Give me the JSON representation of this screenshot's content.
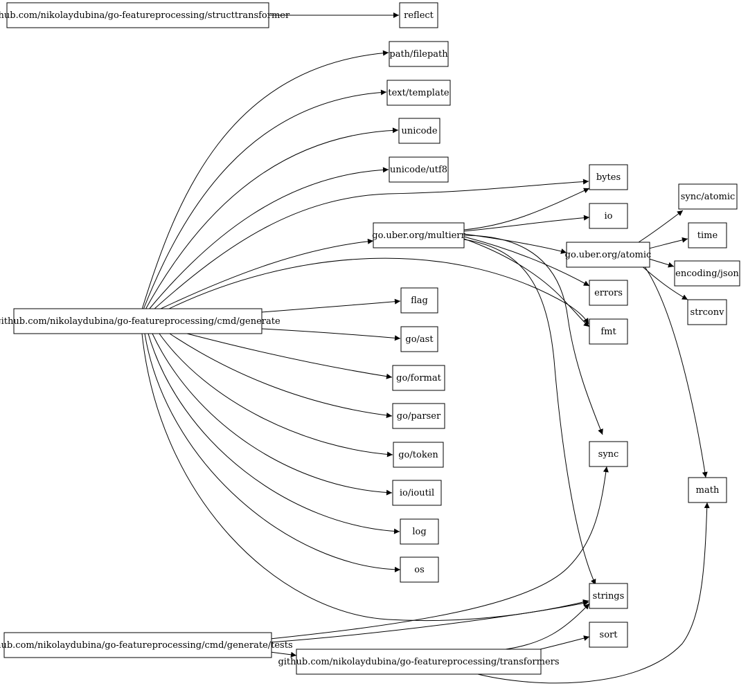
{
  "graph": {
    "nodes": [
      {
        "id": "structtransformer",
        "label": "github.com/nikolaydubina/go-featureprocessing/structtransformer"
      },
      {
        "id": "reflect",
        "label": "reflect"
      },
      {
        "id": "filepath",
        "label": "path/filepath"
      },
      {
        "id": "texttemplate",
        "label": "text/template"
      },
      {
        "id": "unicode",
        "label": "unicode"
      },
      {
        "id": "utf8",
        "label": "unicode/utf8"
      },
      {
        "id": "bytes",
        "label": "bytes"
      },
      {
        "id": "syncatomic",
        "label": "sync/atomic"
      },
      {
        "id": "io",
        "label": "io"
      },
      {
        "id": "multierr",
        "label": "go.uber.org/multierr"
      },
      {
        "id": "time",
        "label": "time"
      },
      {
        "id": "uberatomic",
        "label": "go.uber.org/atomic"
      },
      {
        "id": "json",
        "label": "encoding/json"
      },
      {
        "id": "errors",
        "label": "errors"
      },
      {
        "id": "flag",
        "label": "flag"
      },
      {
        "id": "strconv",
        "label": "strconv"
      },
      {
        "id": "generate",
        "label": "github.com/nikolaydubina/go-featureprocessing/cmd/generate"
      },
      {
        "id": "fmt",
        "label": "fmt"
      },
      {
        "id": "ast",
        "label": "go/ast"
      },
      {
        "id": "format",
        "label": "go/format"
      },
      {
        "id": "parser",
        "label": "go/parser"
      },
      {
        "id": "token",
        "label": "go/token"
      },
      {
        "id": "sync",
        "label": "sync"
      },
      {
        "id": "math",
        "label": "math"
      },
      {
        "id": "ioutil",
        "label": "io/ioutil"
      },
      {
        "id": "log",
        "label": "log"
      },
      {
        "id": "os",
        "label": "os"
      },
      {
        "id": "strings",
        "label": "strings"
      },
      {
        "id": "tests",
        "label": "github.com/nikolaydubina/go-featureprocessing/cmd/generate/tests"
      },
      {
        "id": "sort",
        "label": "sort"
      },
      {
        "id": "transformers",
        "label": "github.com/nikolaydubina/go-featureprocessing/transformers"
      }
    ],
    "edges": [
      {
        "from": "structtransformer",
        "to": "reflect"
      },
      {
        "from": "generate",
        "to": "filepath"
      },
      {
        "from": "generate",
        "to": "texttemplate"
      },
      {
        "from": "generate",
        "to": "unicode"
      },
      {
        "from": "generate",
        "to": "utf8"
      },
      {
        "from": "generate",
        "to": "bytes"
      },
      {
        "from": "generate",
        "to": "multierr"
      },
      {
        "from": "generate",
        "to": "fmt"
      },
      {
        "from": "generate",
        "to": "flag"
      },
      {
        "from": "generate",
        "to": "ast"
      },
      {
        "from": "generate",
        "to": "format"
      },
      {
        "from": "generate",
        "to": "parser"
      },
      {
        "from": "generate",
        "to": "token"
      },
      {
        "from": "generate",
        "to": "ioutil"
      },
      {
        "from": "generate",
        "to": "log"
      },
      {
        "from": "generate",
        "to": "os"
      },
      {
        "from": "generate",
        "to": "strings"
      },
      {
        "from": "multierr",
        "to": "bytes"
      },
      {
        "from": "multierr",
        "to": "io"
      },
      {
        "from": "multierr",
        "to": "uberatomic"
      },
      {
        "from": "multierr",
        "to": "errors"
      },
      {
        "from": "multierr",
        "to": "fmt"
      },
      {
        "from": "multierr",
        "to": "sync"
      },
      {
        "from": "multierr",
        "to": "strings"
      },
      {
        "from": "uberatomic",
        "to": "syncatomic"
      },
      {
        "from": "uberatomic",
        "to": "time"
      },
      {
        "from": "uberatomic",
        "to": "json"
      },
      {
        "from": "uberatomic",
        "to": "strconv"
      },
      {
        "from": "uberatomic",
        "to": "math"
      },
      {
        "from": "tests",
        "to": "sync"
      },
      {
        "from": "tests",
        "to": "strings"
      },
      {
        "from": "tests",
        "to": "transformers"
      },
      {
        "from": "transformers",
        "to": "strings"
      },
      {
        "from": "transformers",
        "to": "sort"
      },
      {
        "from": "transformers",
        "to": "math"
      }
    ]
  }
}
